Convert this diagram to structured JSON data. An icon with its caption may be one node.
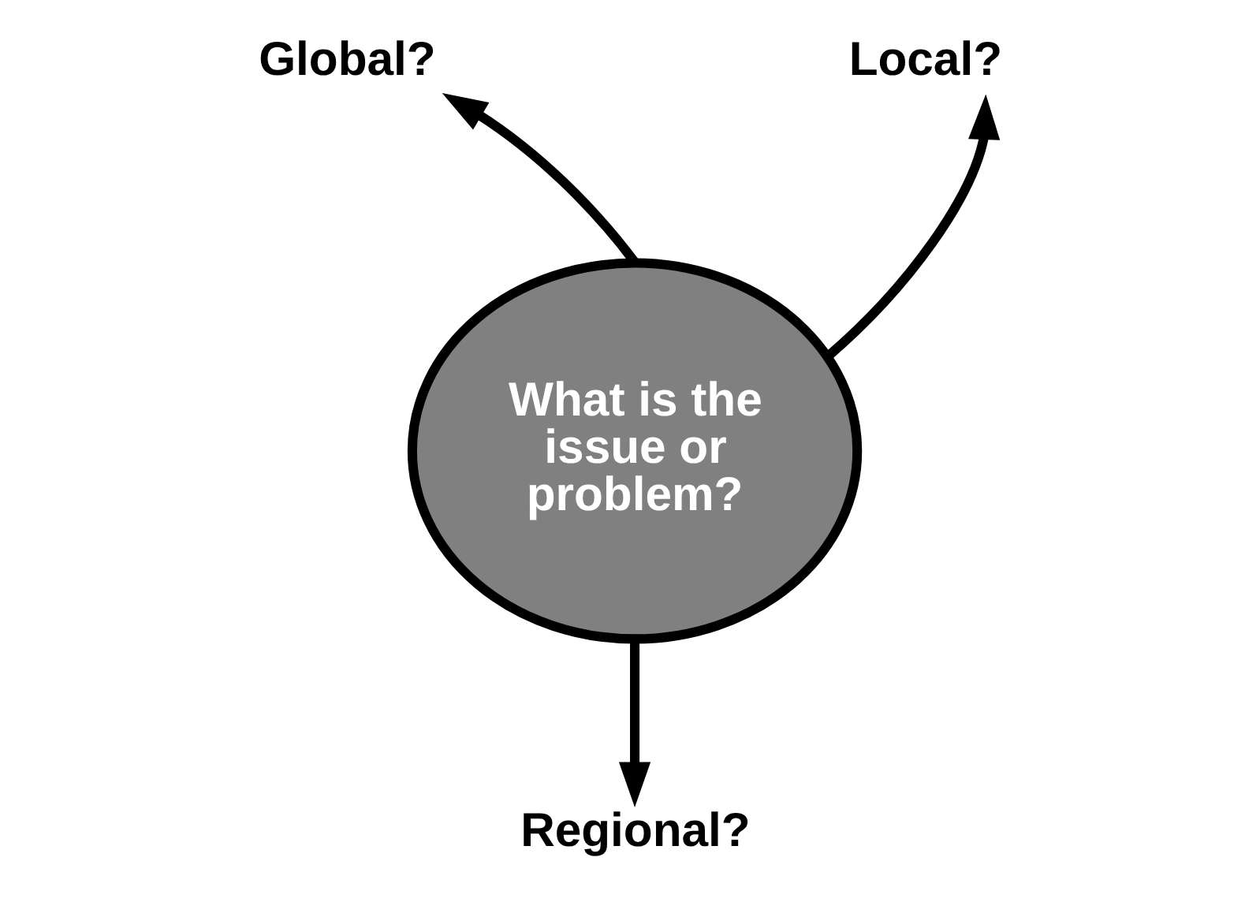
{
  "diagram": {
    "nodes": [
      {
        "text": [
          "Global?"
        ]
      },
      {
        "text": [
          "Local?"
        ]
      },
      {
        "text": [
          "What is the issue or problem?"
        ]
      },
      {
        "text": [
          "Regional?"
        ]
      }
    ],
    "edges": [
      {
        "from": 2,
        "to": 0,
        "arrow": "to"
      },
      {
        "from": 2,
        "to": 1,
        "arrow": "to"
      },
      {
        "from": 2,
        "to": 3,
        "arrow": "to"
      }
    ]
  }
}
